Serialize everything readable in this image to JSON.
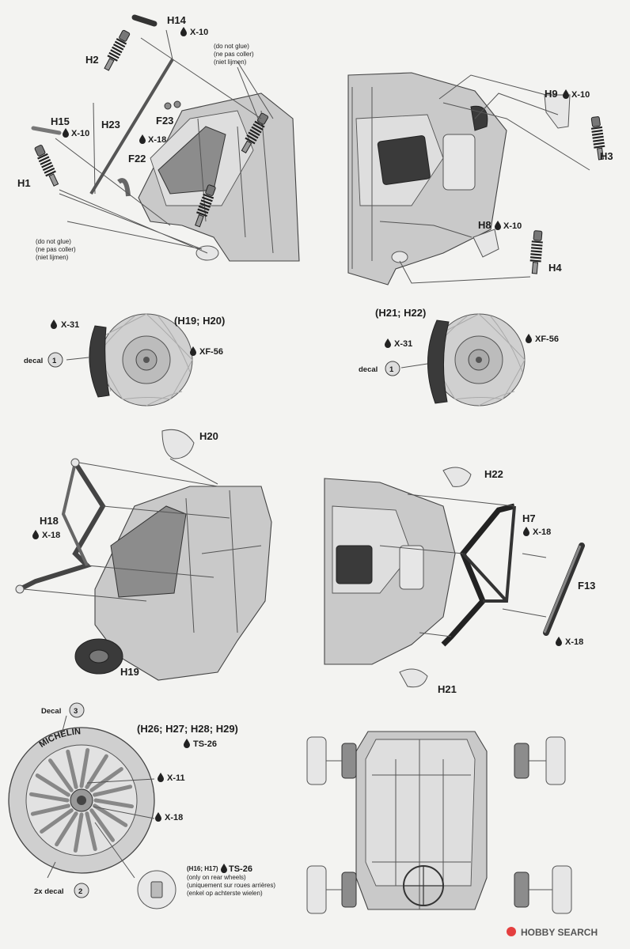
{
  "step1": {
    "part_h14": "H14",
    "paint_h14": "X-10",
    "part_h2": "H2",
    "note_top": [
      "(do not glue)",
      "(ne pas coller)",
      "(niet lijmen)"
    ],
    "part_h15": "H15",
    "paint_h15": "X-10",
    "part_h23": "H23",
    "part_f23": "F23",
    "paint_f23": "X-18",
    "part_f22": "F22",
    "part_h1": "H1",
    "note_bottom": [
      "(do not glue)",
      "(ne pas coller)",
      "(niet lijmen)"
    ]
  },
  "step2": {
    "part_h9": "H9",
    "paint_h9": "X-10",
    "part_h3": "H3",
    "part_h8": "H8",
    "paint_h8": "X-10",
    "part_h4": "H4"
  },
  "step3": {
    "paint_caliper": "X-31",
    "parts": "(H19; H20)",
    "paint_disc": "XF-56",
    "decal_label": "decal",
    "decal_num": "1"
  },
  "step4": {
    "parts": "(H21; H22)",
    "paint_caliper": "X-31",
    "paint_disc": "XF-56",
    "decal_label": "decal",
    "decal_num": "1"
  },
  "step5": {
    "part_h20": "H20",
    "part_h18": "H18",
    "paint_h18": "X-18",
    "part_h19": "H19"
  },
  "step6": {
    "part_h22": "H22",
    "part_h7": "H7",
    "paint_h7": "X-18",
    "part_f13": "F13",
    "paint_f13": "X-18",
    "part_h21": "H21"
  },
  "step7": {
    "decal_top_label": "Decal",
    "decal_top_num": "3",
    "parts": "(H26; H27; H28; H29)",
    "paint_tire": "TS-26",
    "tire_text": "MICHELIN",
    "paint_x11": "X-11",
    "paint_x18": "X-18",
    "decal_bottom_label": "2x decal",
    "decal_bottom_num": "2",
    "hub_parts": "(H16; H17)",
    "hub_paint": "TS-26",
    "hub_note": [
      "(only on rear wheels)",
      "(uniquement sur roues arrières)",
      "(enkel op achterste wielen)"
    ]
  },
  "watermark": {
    "brand": "HOBBY SEARCH"
  }
}
